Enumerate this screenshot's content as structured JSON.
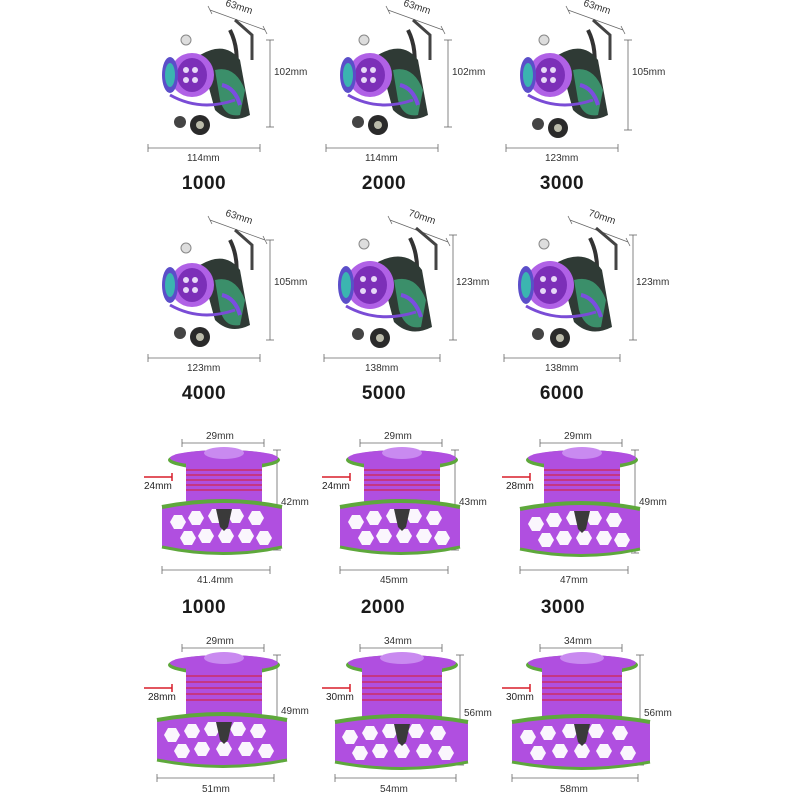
{
  "colors": {
    "reel_purple": "#b061e6",
    "reel_green": "#3aa86a",
    "spool_purple": "#b04fe0",
    "spool_rim_green": "#5ea83c",
    "dimension_line": "#555555",
    "line_red": "#d81e2a"
  },
  "reels": [
    {
      "size": "1000",
      "handle_width": "63mm",
      "height": "102mm",
      "length": "114mm"
    },
    {
      "size": "2000",
      "handle_width": "63mm",
      "height": "102mm",
      "length": "114mm"
    },
    {
      "size": "3000",
      "handle_width": "63mm",
      "height": "105mm",
      "length": "123mm"
    },
    {
      "size": "4000",
      "handle_width": "63mm",
      "height": "105mm",
      "length": "123mm"
    },
    {
      "size": "5000",
      "handle_width": "70mm",
      "height": "123mm",
      "length": "138mm"
    },
    {
      "size": "6000",
      "handle_width": "70mm",
      "height": "123mm",
      "length": "138mm"
    }
  ],
  "spools": [
    {
      "size": "1000",
      "top": "29mm",
      "line_depth": "24mm",
      "height": "42mm",
      "diameter": "41.4mm"
    },
    {
      "size": "2000",
      "top": "29mm",
      "line_depth": "24mm",
      "height": "43mm",
      "diameter": "45mm"
    },
    {
      "size": "3000",
      "top": "29mm",
      "line_depth": "28mm",
      "height": "49mm",
      "diameter": "47mm"
    },
    {
      "top": "29mm",
      "line_depth": "28mm",
      "height": "49mm",
      "diameter": "51mm"
    },
    {
      "top": "34mm",
      "line_depth": "30mm",
      "height": "56mm",
      "diameter": "54mm"
    },
    {
      "top": "34mm",
      "line_depth": "30mm",
      "height": "56mm",
      "diameter": "58mm"
    }
  ]
}
